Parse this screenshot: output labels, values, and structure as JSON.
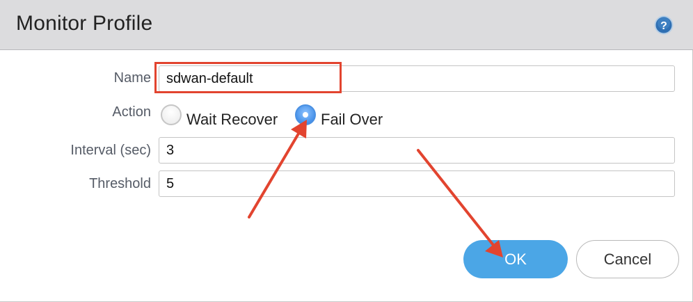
{
  "dialog": {
    "title": "Monitor Profile",
    "help_icon": "help-question-icon"
  },
  "form": {
    "name": {
      "label": "Name",
      "value": "sdwan-default"
    },
    "action": {
      "label": "Action",
      "options": [
        {
          "label": "Wait Recover",
          "selected": false
        },
        {
          "label": "Fail Over",
          "selected": true
        }
      ]
    },
    "interval": {
      "label": "Interval (sec)",
      "value": "3"
    },
    "threshold": {
      "label": "Threshold",
      "value": "5"
    }
  },
  "buttons": {
    "ok_label": "OK",
    "cancel_label": "Cancel"
  },
  "annotations": {
    "color": "#e2442f",
    "highlight_target": "name-field",
    "arrow_targets": [
      "fail-over-radio",
      "ok-button"
    ]
  },
  "colors": {
    "primary_button": "#4ba6e6",
    "radio_selected": "#3d8be6",
    "titlebar": "#dcdcde"
  }
}
